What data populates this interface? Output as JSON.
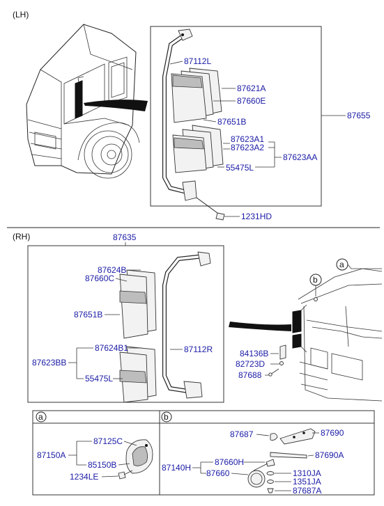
{
  "sections": {
    "lh": "(LH)",
    "rh": "(RH)"
  },
  "lh_labels": {
    "p87112L": "87112L",
    "p87621A": "87621A",
    "p87660E": "87660E",
    "p87651B": "87651B",
    "p87655": "87655",
    "p87623A1": "87623A1",
    "p87623A2": "87623A2",
    "p87623AA": "87623AA",
    "p55475L": "55475L",
    "p1231HD": "1231HD"
  },
  "rh_labels": {
    "p87635": "87635",
    "p87624B": "87624B",
    "p87660C": "87660C",
    "p87651B": "87651B",
    "p87112R": "87112R",
    "p87624B1": "87624B1",
    "p87623BB": "87623BB",
    "p55475L": "55475L",
    "p84136B": "84136B",
    "p82723D": "82723D",
    "p87688": "87688",
    "callout_a": "a",
    "callout_b": "b"
  },
  "detail_a": {
    "title": "a",
    "p87150A": "87150A",
    "p87125C": "87125C",
    "p85150B": "85150B",
    "p1234LE": "1234LE"
  },
  "detail_b": {
    "title": "b",
    "p87687": "87687",
    "p87690": "87690",
    "p87690A": "87690A",
    "p87140H": "87140H",
    "p87660H": "87660H",
    "p87660": "87660",
    "p1310JA": "1310JA",
    "p1351JA": "1351JA",
    "p87687A": "87687A"
  }
}
